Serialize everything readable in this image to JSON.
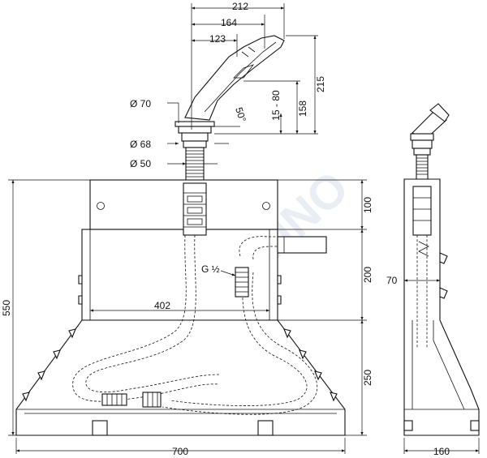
{
  "watermark": "SANITINO",
  "dimensions": {
    "d212": "212",
    "d164": "164",
    "d123": "123",
    "angle": "50°",
    "d215": "215",
    "d158": "158",
    "d15_80": "15 - 80",
    "dia70": "Ø 70",
    "dia68": "Ø 68",
    "dia50": "Ø 50",
    "d100": "100",
    "d200": "200",
    "d250": "250",
    "d550": "550",
    "d402": "402",
    "d700": "700",
    "thread": "G ½",
    "side70": "70",
    "side160": "160"
  }
}
